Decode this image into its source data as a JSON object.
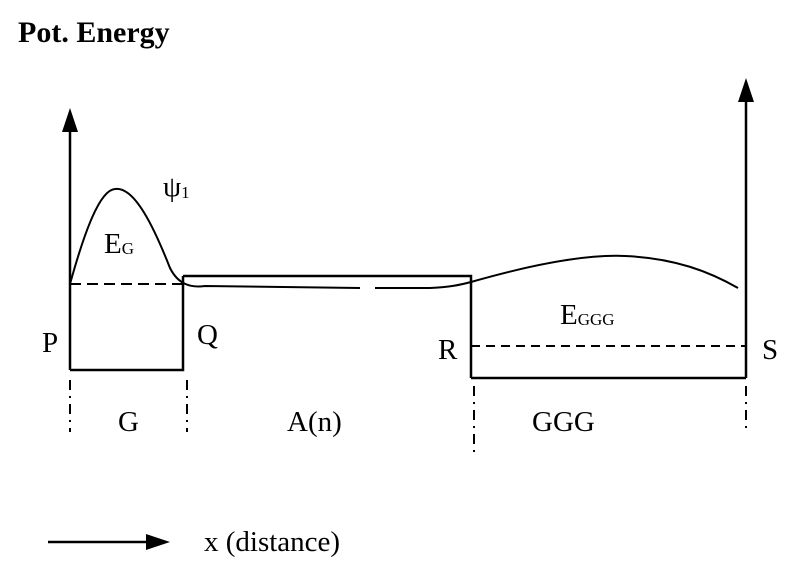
{
  "title": "Pot. Energy",
  "wavefunction": {
    "symbol": "ψ",
    "subscript": "1"
  },
  "energy_g": {
    "symbol": "E",
    "subscript": "G"
  },
  "energy_ggg": {
    "symbol": "E",
    "subscript": "GGG"
  },
  "points": {
    "p": "P",
    "q": "Q",
    "r": "R",
    "s": "S"
  },
  "regions": {
    "g": "G",
    "an": "A(n)",
    "ggg": "GGG"
  },
  "x_axis_label": "x (distance)"
}
